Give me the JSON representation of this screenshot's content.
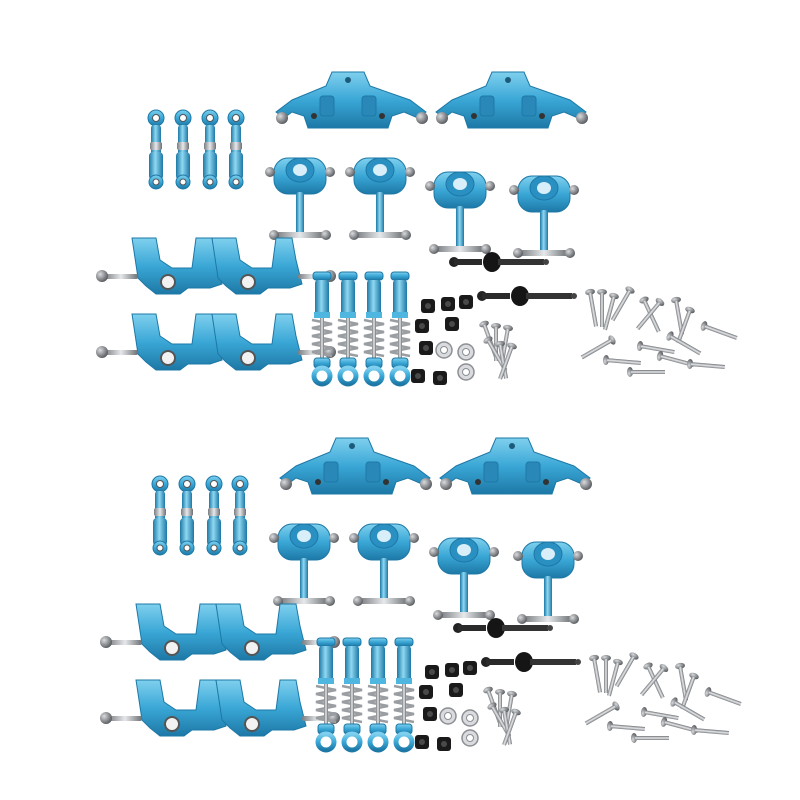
{
  "image": {
    "background": "#ffffff",
    "part_color": "#3aa7d6",
    "part_color_light": "#7fd0ee",
    "part_color_dark": "#1d78a6",
    "steel_color": "#b9bcc0",
    "steel_dark": "#6d7074",
    "rubber_color": "#1b1b1b",
    "kit_sets": 2,
    "kit_contents": [
      "link-rod",
      "shock-tower",
      "steering-knuckle",
      "suspension-arm",
      "shock-absorber",
      "drive-shaft",
      "nut",
      "washer",
      "screw"
    ]
  }
}
